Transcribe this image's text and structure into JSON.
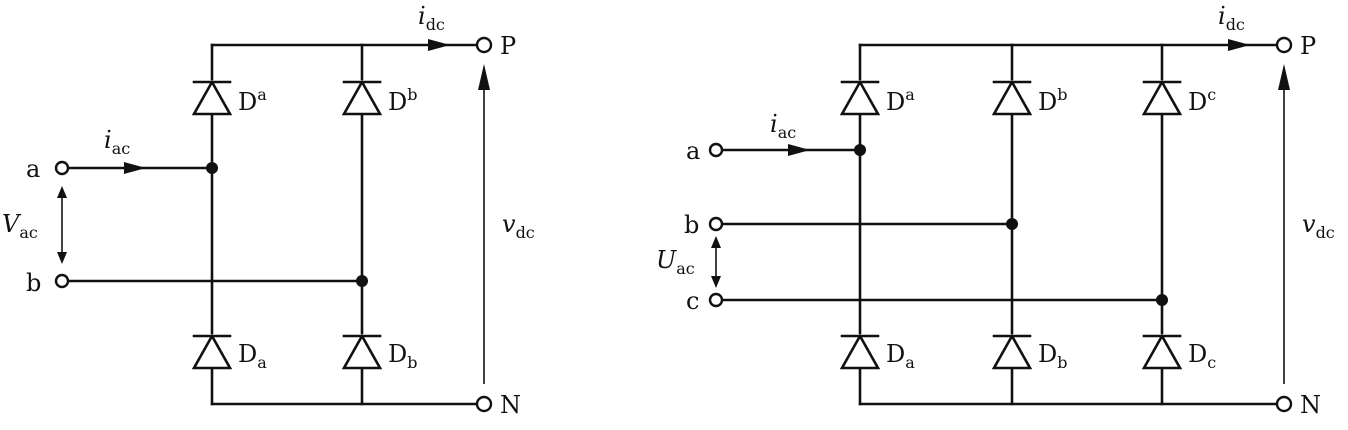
{
  "diagrams": [
    {
      "id": "single-phase",
      "ac_terminals": [
        "a",
        "b"
      ],
      "dc_terminals": [
        "P",
        "N"
      ],
      "diodes_upper": [
        {
          "base": "D",
          "sup": "a"
        },
        {
          "base": "D",
          "sup": "b"
        }
      ],
      "diodes_lower": [
        {
          "base": "D",
          "sub": "a"
        },
        {
          "base": "D",
          "sub": "b"
        }
      ],
      "current_ac": {
        "base": "i",
        "sub": "ac"
      },
      "current_dc": {
        "base": "i",
        "sub": "dc"
      },
      "voltage_ac": {
        "base": "V",
        "sub": "ac"
      },
      "voltage_dc": {
        "base": "v",
        "sub": "dc"
      }
    },
    {
      "id": "three-phase",
      "ac_terminals": [
        "a",
        "b",
        "c"
      ],
      "dc_terminals": [
        "P",
        "N"
      ],
      "diodes_upper": [
        {
          "base": "D",
          "sup": "a"
        },
        {
          "base": "D",
          "sup": "b"
        },
        {
          "base": "D",
          "sup": "c"
        }
      ],
      "diodes_lower": [
        {
          "base": "D",
          "sub": "a"
        },
        {
          "base": "D",
          "sub": "b"
        },
        {
          "base": "D",
          "sub": "c"
        }
      ],
      "current_ac": {
        "base": "i",
        "sub": "ac"
      },
      "current_dc": {
        "base": "i",
        "sub": "dc"
      },
      "voltage_ac": {
        "base": "U",
        "sub": "ac"
      },
      "voltage_dc": {
        "base": "v",
        "sub": "dc"
      }
    }
  ]
}
